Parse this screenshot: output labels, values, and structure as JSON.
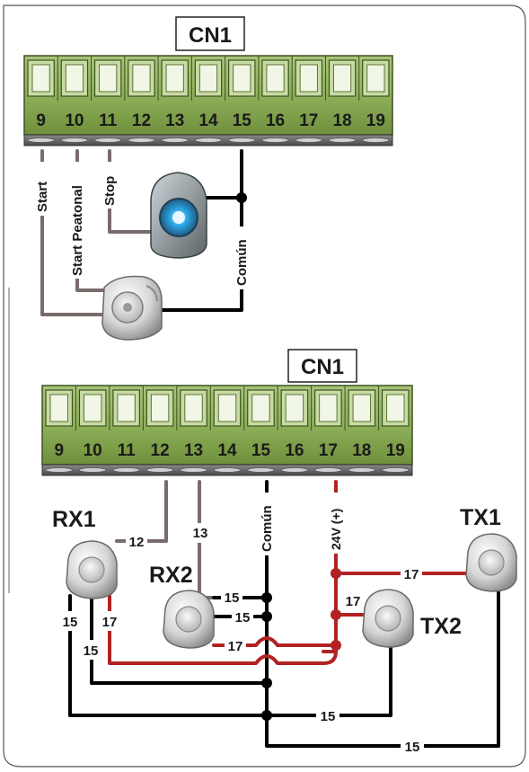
{
  "top": {
    "title": "CN1",
    "terminals": [
      "9",
      "10",
      "11",
      "12",
      "13",
      "14",
      "15",
      "16",
      "17",
      "18",
      "19"
    ],
    "wires": {
      "start": "Start",
      "start_peatonal": "Start Peatonal",
      "stop": "Stop",
      "comun": "Común"
    }
  },
  "bottom": {
    "title": "CN1",
    "terminals": [
      "9",
      "10",
      "11",
      "12",
      "13",
      "14",
      "15",
      "16",
      "17",
      "18",
      "19"
    ],
    "devices": {
      "rx1": "RX1",
      "rx2": "RX2",
      "tx1": "TX1",
      "tx2": "TX2"
    },
    "wires": {
      "comun": "Común",
      "v24": "24V (+)",
      "w12": "12",
      "w13": "13",
      "rx2_15a": "15",
      "rx2_15b": "15",
      "rx2_17": "17",
      "rx1_15a": "15",
      "rx1_17": "17",
      "rx1_15b": "15",
      "tx1_17": "17",
      "tx2_17": "17",
      "bottom_15a": "15",
      "bottom_15b": "15"
    }
  },
  "colors": {
    "black_wire": "#000000",
    "red_wire": "#b22222",
    "gray_wire": "#7a6b6b",
    "terminal_block": "#7fa24a",
    "terminal_base": "#6a6a6a"
  }
}
